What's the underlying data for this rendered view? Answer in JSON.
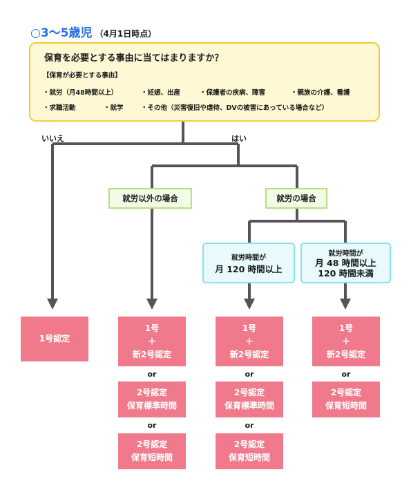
{
  "title": {
    "main": "○3～5歳児",
    "sub": "（4月1日時点）"
  },
  "question": {
    "text": "保育を必要とする事由に当てはまりますか？",
    "reasons_heading": "【保育が必要とする事由】",
    "reasons": [
      "・就労（月48時間以上）",
      "・妊娠、出産",
      "・保護者の疾病、障害",
      "・親族の介護、看護",
      "・求職活動",
      "・就学",
      "・その他（災害復旧や虐待、DVの被害にあっている場合など）"
    ]
  },
  "branches": {
    "no": "いいえ",
    "yes": "はい"
  },
  "categories": {
    "non_work": "就労以外の場合",
    "work": "就労の場合"
  },
  "work_hours": {
    "a": {
      "line1": "就労時間が",
      "line2": "月 120 時間以上"
    },
    "b": {
      "line1": "就労時間が",
      "line2": "月 48 時間以上",
      "line3": "120 時間未満"
    }
  },
  "results": {
    "no_cert": "1号認定",
    "combo": {
      "line1": "1号",
      "line2": "＋",
      "line3": "新2号認定"
    },
    "or": "or",
    "standard": {
      "line1": "2号認定",
      "line2": "保育標準時間"
    },
    "short": {
      "line1": "2号認定",
      "line2": "保育短時間"
    }
  },
  "colors": {
    "accent_title": "#2a6fe0",
    "question_fill": "#fff8d4",
    "question_border": "#f2cb3a",
    "category_fill": "#f2fbe6",
    "category_border": "#b5e07c",
    "hours_fill": "#e9fafd",
    "hours_border": "#86e2ef",
    "result_fill": "#f07a8c",
    "connector": "#555555"
  }
}
